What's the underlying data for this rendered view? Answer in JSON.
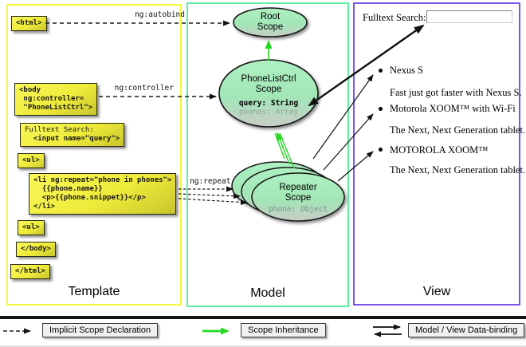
{
  "diagram": {
    "columns": {
      "template": {
        "label": "Template"
      },
      "model": {
        "label": "Model"
      },
      "view": {
        "label": "View"
      }
    },
    "code_boxes": {
      "html_open": "<html>",
      "body_open": [
        "<body",
        " ng:controller=",
        " \"PhoneListCtrl\">"
      ],
      "fulltext": [
        "Fulltext Search:",
        "  <input name=\"query\">"
      ],
      "ul_open": "<ul>",
      "li_repeat": [
        "<li ng:repeat=\"phone in phones\">",
        "  {{phone.name}}",
        "  <p>{{phone.snippet}}</p>",
        "</li>"
      ],
      "ul_close": "<ul>",
      "body_close": "</body>",
      "html_close": "</html>"
    },
    "annotations": {
      "autobind": "ng:autobind",
      "controller": "ng:controller",
      "repeat": "ng:repeat"
    },
    "scopes": {
      "root": {
        "line1": "Root",
        "line2": "Scope"
      },
      "phonelist": {
        "line1": "PhoneListCtrl",
        "line2": "Scope",
        "prop1": "query: String",
        "prop2": "phones: Array"
      },
      "repeater": {
        "line1": "Repeater",
        "line2": "Scope",
        "prop1": "phone: Object"
      }
    }
  },
  "view_panel": {
    "search_label": "Fulltext Search:",
    "search_value": "",
    "items": [
      {
        "title": "Nexus S",
        "desc": "Fast just got faster with Nexus S."
      },
      {
        "title": "Motorola XOOM™ with Wi-Fi",
        "desc": "The Next, Next Generation tablet."
      },
      {
        "title": "MOTOROLA XOOM™",
        "desc": "The Next, Next Generation tablet."
      }
    ]
  },
  "legend": {
    "implicit": "Implicit Scope Declaration",
    "inheritance": "Scope Inheritance",
    "databinding": "Model / View Data-binding"
  },
  "colors": {
    "template_border": "#f8f83c",
    "model_border": "#5cf0a0",
    "view_border": "#7a55e6",
    "code_box_fill": "#f2ef3e",
    "scope_fill_top": "#a9edbc",
    "scope_fill_bottom": "#c8ccc8",
    "inheritance_green": "#22da22",
    "prop_gray": "#95a29b",
    "prop_teal": "#6f9585"
  }
}
